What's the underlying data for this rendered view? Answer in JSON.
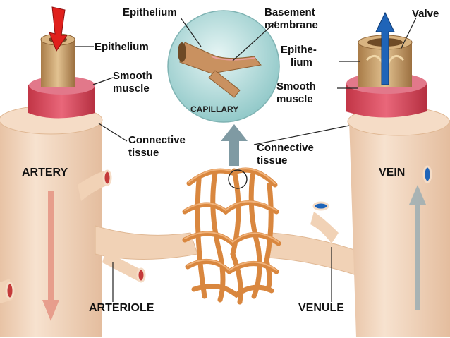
{
  "labels": {
    "epithelium_top": "Epithelium",
    "basement_membrane_1": "Basement",
    "basement_membrane_2": "membrane",
    "valve": "Valve",
    "epithelium_artery": "Epithelium",
    "epithelium_vein_1": "Epithe-",
    "epithelium_vein_2": "lium",
    "smooth_muscle_artery_1": "Smooth",
    "smooth_muscle_artery_2": "muscle",
    "smooth_muscle_vein_1": "Smooth",
    "smooth_muscle_vein_2": "muscle",
    "capillary": "CAPILLARY",
    "connective_artery_1": "Connective",
    "connective_artery_2": "tissue",
    "connective_vein_1": "Connective",
    "connective_vein_2": "tissue",
    "artery": "ARTERY",
    "vein": "VEIN",
    "arteriole": "ARTERIOLE",
    "venule": "VENULE"
  },
  "colors": {
    "vessel_outer": "#f3d9c2",
    "vessel_shadow": "#e2b99a",
    "smooth_muscle": "#d8495a",
    "epithelium": "#c9a272",
    "capillary_net": "#d9873f",
    "capillary_bubble": "#b5dedd",
    "artery_flow": "#e0201c",
    "vein_flow": "#1f64b8",
    "up_arrow": "#7f9aa3"
  }
}
